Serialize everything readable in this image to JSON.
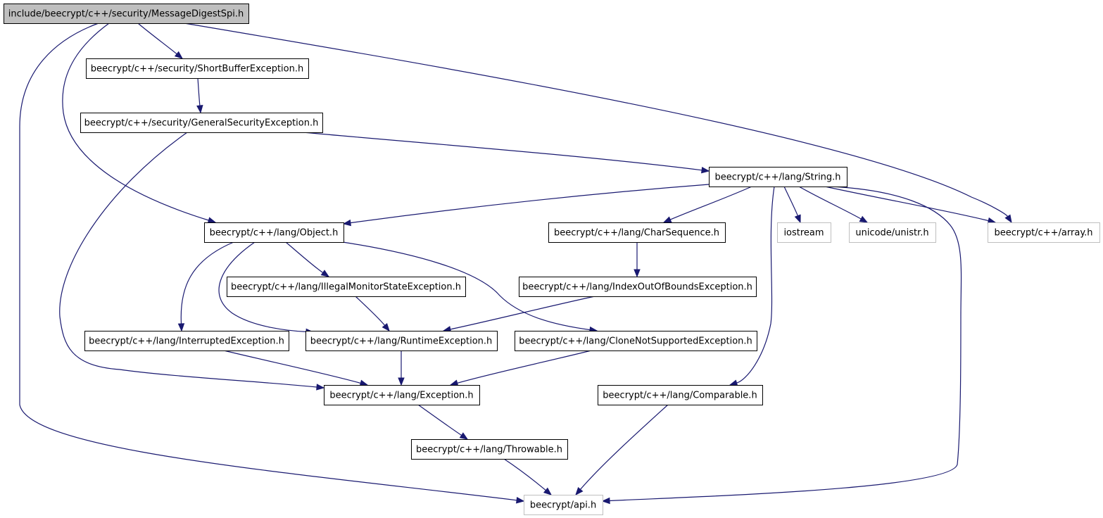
{
  "colors": {
    "edge": "#191970",
    "root_fill": "#bfbfbf",
    "node_border": "#000000",
    "external_border": "#bfbfbf",
    "background": "#ffffff"
  },
  "nodes": {
    "root": {
      "label": "include/beecrypt/c++/security/MessageDigestSpi.h",
      "style": "root"
    },
    "short_buffer": {
      "label": "beecrypt/c++/security/ShortBufferException.h",
      "style": "normal"
    },
    "general_security": {
      "label": "beecrypt/c++/security/GeneralSecurityException.h",
      "style": "normal"
    },
    "string": {
      "label": "beecrypt/c++/lang/String.h",
      "style": "normal"
    },
    "object": {
      "label": "beecrypt/c++/lang/Object.h",
      "style": "normal"
    },
    "char_sequence": {
      "label": "beecrypt/c++/lang/CharSequence.h",
      "style": "normal"
    },
    "iostream": {
      "label": "iostream",
      "style": "external"
    },
    "unistr": {
      "label": "unicode/unistr.h",
      "style": "external"
    },
    "array": {
      "label": "beecrypt/c++/array.h",
      "style": "external"
    },
    "illegal_monitor": {
      "label": "beecrypt/c++/lang/IllegalMonitorStateException.h",
      "style": "normal"
    },
    "index_out_of_bounds": {
      "label": "beecrypt/c++/lang/IndexOutOfBoundsException.h",
      "style": "normal"
    },
    "interrupted": {
      "label": "beecrypt/c++/lang/InterruptedException.h",
      "style": "normal"
    },
    "runtime": {
      "label": "beecrypt/c++/lang/RuntimeException.h",
      "style": "normal"
    },
    "clone_not_supported": {
      "label": "beecrypt/c++/lang/CloneNotSupportedException.h",
      "style": "normal"
    },
    "exception": {
      "label": "beecrypt/c++/lang/Exception.h",
      "style": "normal"
    },
    "comparable": {
      "label": "beecrypt/c++/lang/Comparable.h",
      "style": "normal"
    },
    "throwable": {
      "label": "beecrypt/c++/lang/Throwable.h",
      "style": "normal"
    },
    "api": {
      "label": "beecrypt/api.h",
      "style": "external"
    }
  },
  "edges": [
    {
      "from": "root",
      "to": "short_buffer"
    },
    {
      "from": "root",
      "to": "object"
    },
    {
      "from": "root",
      "to": "array"
    },
    {
      "from": "root",
      "to": "api"
    },
    {
      "from": "short_buffer",
      "to": "general_security"
    },
    {
      "from": "general_security",
      "to": "string"
    },
    {
      "from": "general_security",
      "to": "exception"
    },
    {
      "from": "string",
      "to": "object"
    },
    {
      "from": "string",
      "to": "char_sequence"
    },
    {
      "from": "string",
      "to": "iostream"
    },
    {
      "from": "string",
      "to": "unistr"
    },
    {
      "from": "string",
      "to": "array"
    },
    {
      "from": "string",
      "to": "comparable"
    },
    {
      "from": "string",
      "to": "api"
    },
    {
      "from": "object",
      "to": "illegal_monitor"
    },
    {
      "from": "object",
      "to": "interrupted"
    },
    {
      "from": "object",
      "to": "runtime"
    },
    {
      "from": "object",
      "to": "clone_not_supported"
    },
    {
      "from": "char_sequence",
      "to": "index_out_of_bounds"
    },
    {
      "from": "illegal_monitor",
      "to": "runtime"
    },
    {
      "from": "index_out_of_bounds",
      "to": "runtime"
    },
    {
      "from": "interrupted",
      "to": "exception"
    },
    {
      "from": "runtime",
      "to": "exception"
    },
    {
      "from": "clone_not_supported",
      "to": "exception"
    },
    {
      "from": "exception",
      "to": "throwable"
    },
    {
      "from": "comparable",
      "to": "api"
    },
    {
      "from": "throwable",
      "to": "api"
    }
  ]
}
